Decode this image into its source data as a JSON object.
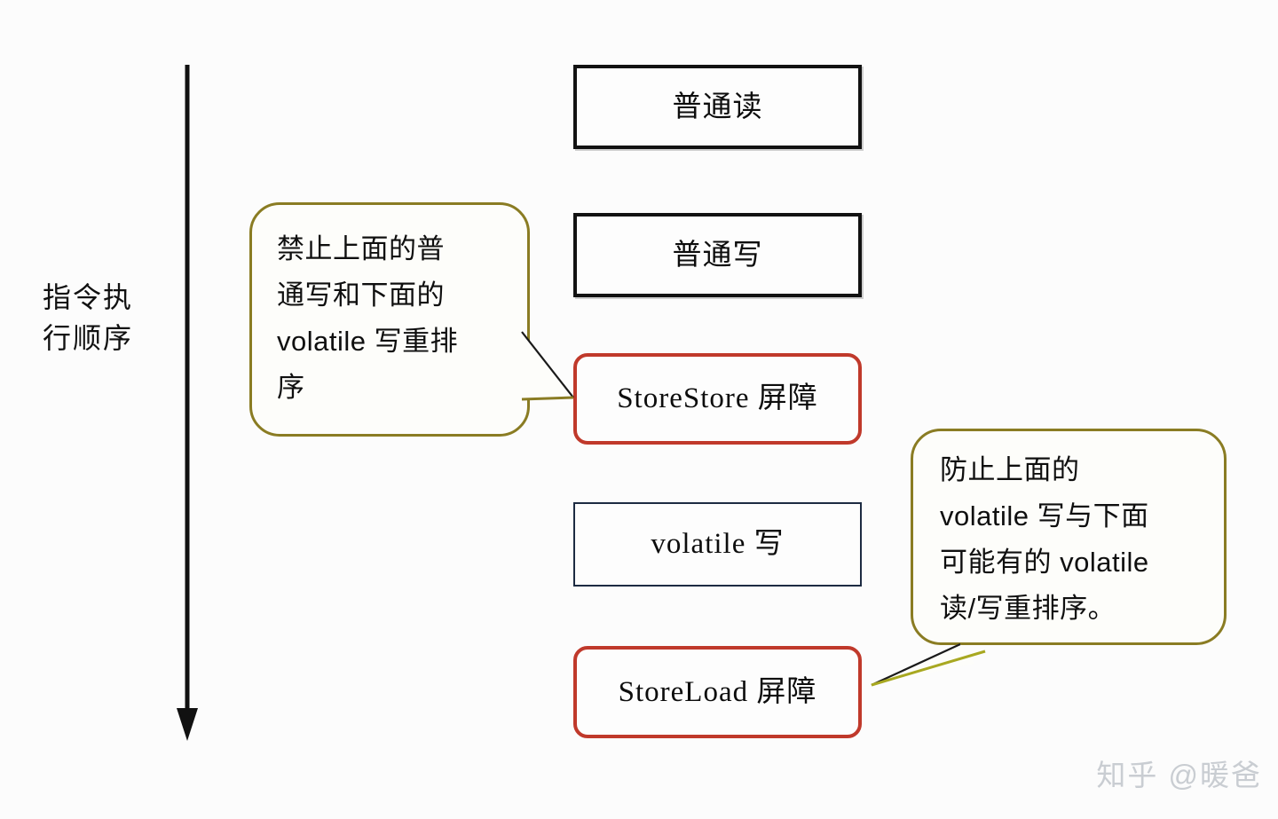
{
  "diagram": {
    "background_color": "#fcfcfc",
    "axis": {
      "label": "指令执\n行顺序",
      "arrow_color": "#111111",
      "direction": "downward"
    },
    "sequence": [
      {
        "id": "normal-read",
        "label": "普通读",
        "kind": "plain-instruction",
        "border_color": "#121212"
      },
      {
        "id": "normal-write",
        "label": "普通写",
        "kind": "plain-instruction",
        "border_color": "#121212"
      },
      {
        "id": "storestore-barrier",
        "label": "StoreStore 屏障",
        "kind": "memory-barrier",
        "border_color": "#c0392b"
      },
      {
        "id": "volatile-write",
        "label": "volatile 写",
        "kind": "volatile-instruction",
        "border_color": "#1d2b42"
      },
      {
        "id": "storeload-barrier",
        "label": "StoreLoad 屏障",
        "kind": "memory-barrier",
        "border_color": "#c0392b"
      }
    ],
    "callouts": [
      {
        "id": "storestore-note",
        "text": "禁止上面的普\n通写和下面的\nvolatile 写重排\n序",
        "border_color": "#8a7c23",
        "points_to": "storestore-barrier"
      },
      {
        "id": "storeload-note",
        "text": "防止上面的\nvolatile 写与下面\n可能有的 volatile\n读/写重排序。",
        "border_color": "#8a7c23",
        "points_to": "storeload-barrier"
      }
    ],
    "watermark": {
      "text": "知乎 @暖爸",
      "color": "#c9cdd2"
    }
  }
}
